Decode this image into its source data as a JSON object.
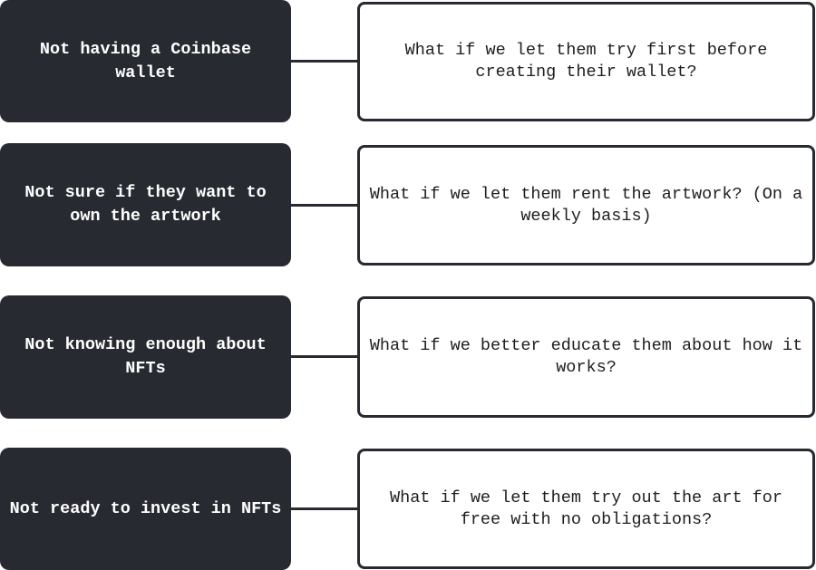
{
  "rows": [
    {
      "problem": "Not having a Coinbase wallet",
      "idea": "What if we let them try first before creating their wallet?"
    },
    {
      "problem": "Not sure if they want to own the artwork",
      "idea": "What if we let them rent the artwork? (On a weekly basis)"
    },
    {
      "problem": "Not knowing enough about NFTs",
      "idea": "What if we better educate them about how it works?"
    },
    {
      "problem": "Not ready to invest in NFTs",
      "idea": "What if we let them try out the art for free with no obligations?"
    }
  ]
}
